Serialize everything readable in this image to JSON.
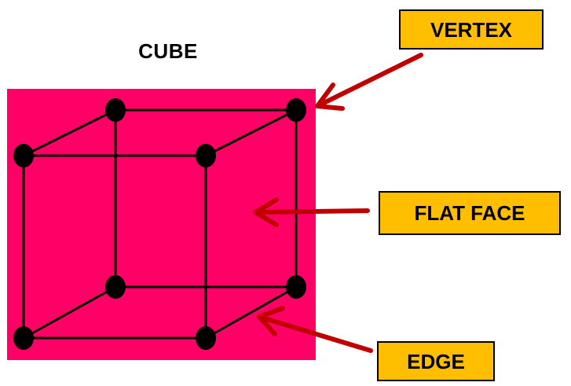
{
  "title": "CUBE",
  "labels": {
    "vertex": "VERTEX",
    "flat_face": "FLAT FACE",
    "edge": "EDGE"
  },
  "colors": {
    "face": "#ff0066",
    "label_fill": "#ffbf00",
    "arrow": "#c00000",
    "line": "#000000",
    "vertex_dot": "#000000"
  }
}
